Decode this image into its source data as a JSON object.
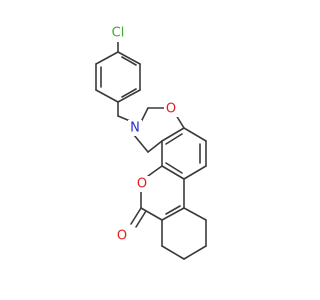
{
  "molecule": {
    "atoms": {
      "cl": {
        "label": "Cl",
        "color": "#3aaa3a"
      },
      "n": {
        "label": "N",
        "color": "#2b2bd6"
      },
      "o_ring": {
        "label": "O",
        "color": "#e02020"
      },
      "o_lactone": {
        "label": "O",
        "color": "#e02020"
      },
      "o_carbonyl": {
        "label": "O",
        "color": "#e02020"
      }
    },
    "bond_color": "#3a3a3a"
  }
}
